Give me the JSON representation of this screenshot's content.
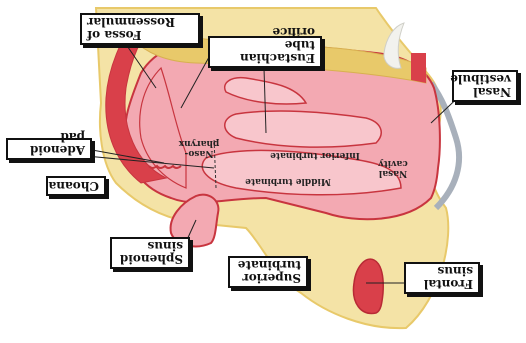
{
  "labels": {
    "fossa_rosenmuller": "Fossa of\nRossenmular",
    "eustachian": "Eustachian tube\norifice",
    "nasal_vestibule": "Nasal\nvestibule",
    "adenoid": "Adenoid pad",
    "choana": "Choana",
    "sphenoid": "Sphenoid\nsinus",
    "superior_turbinate": "Superior\nturbinate",
    "frontal": "Frontal\nsinus"
  },
  "inner_labels": {
    "nasopharynx": "Naso-\npharynx",
    "inferior_turbinate": "Inferior turbinate",
    "middle_turbinate": "Middle turbinate",
    "nasal_cavity": "Nasal\ncavity"
  },
  "colors": {
    "bone": "#f4e3a6",
    "bone_dark": "#e8c96a",
    "mucosa": "#f3a9b2",
    "mucosa_light": "#f8c6cc",
    "mucosa_dark": "#c8353f",
    "sinus": "#d9404a",
    "tooth": "#f2f2ee",
    "skin": "#a8b0bb"
  }
}
